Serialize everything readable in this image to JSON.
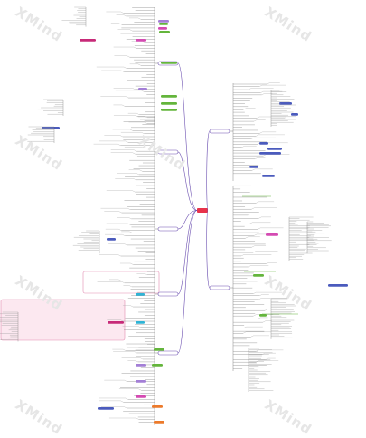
{
  "watermark": {
    "text": "XMind"
  },
  "colors": {
    "root": "#e8324a",
    "line": "#555555",
    "branch_line": "#6b4fb0",
    "green": "#64b53c",
    "pink": "#d44ab2",
    "purple": "#a37fd6",
    "blue": "#4b5bbd",
    "cyan": "#2fb4d6",
    "orange": "#ec7a2b",
    "magenta": "#c72a78",
    "box_fill": "#fce8f0",
    "box_stroke": "#e28ab0"
  },
  "map": {
    "root_label": "",
    "branches": [
      {
        "id": "b1",
        "side": "left",
        "label": ""
      },
      {
        "id": "b2",
        "side": "left",
        "label": ""
      },
      {
        "id": "b3",
        "side": "left",
        "label": ""
      },
      {
        "id": "b4",
        "side": "left",
        "label": ""
      },
      {
        "id": "b5",
        "side": "left",
        "label": ""
      },
      {
        "id": "b6",
        "side": "right",
        "label": ""
      },
      {
        "id": "b7",
        "side": "right",
        "label": ""
      }
    ]
  }
}
